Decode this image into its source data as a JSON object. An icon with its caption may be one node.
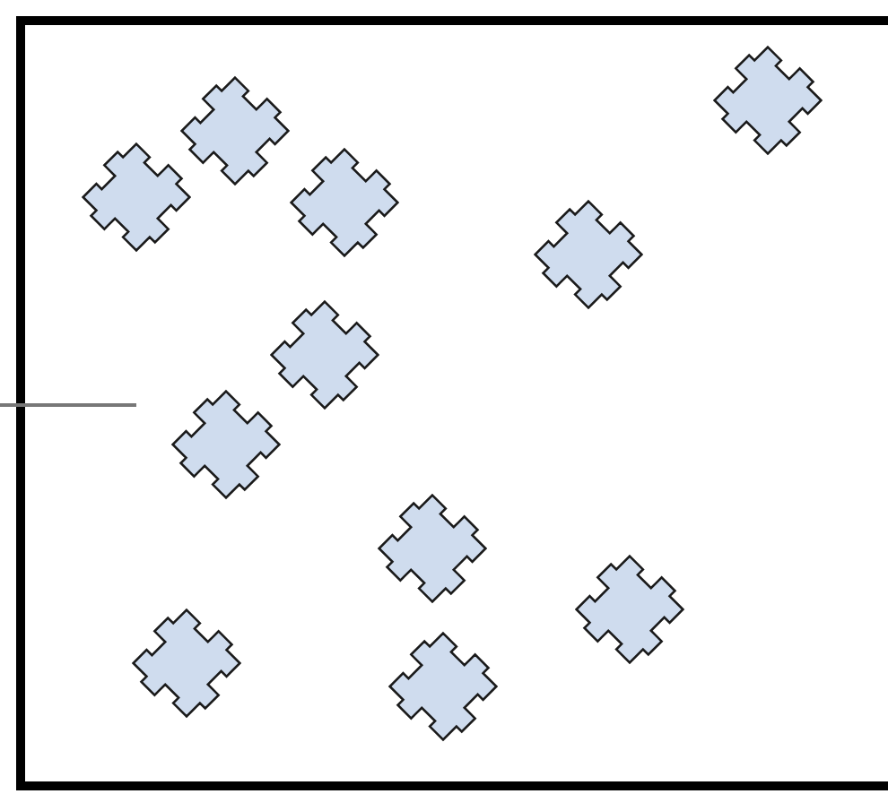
{
  "diagram": {
    "nodes": [
      {
        "text": [],
        "shape": "box"
      },
      {
        "text": [],
        "shape": "diamond",
        "in": 0
      },
      {
        "text": [],
        "shape": "diamond",
        "in": 0
      },
      {
        "text": [],
        "shape": "diamond",
        "in": 0
      },
      {
        "text": [],
        "shape": "diamond",
        "in": 0
      },
      {
        "text": [],
        "shape": "diamond",
        "in": 0
      },
      {
        "text": [],
        "shape": "diamond",
        "in": 0
      },
      {
        "text": [],
        "shape": "diamond",
        "in": 0
      },
      {
        "text": [],
        "shape": "diamond",
        "in": 0
      },
      {
        "text": [],
        "shape": "diamond",
        "in": 0
      },
      {
        "text": [],
        "shape": "diamond",
        "in": 0
      },
      {
        "text": [],
        "shape": "diamond",
        "in": 0
      }
    ]
  }
}
